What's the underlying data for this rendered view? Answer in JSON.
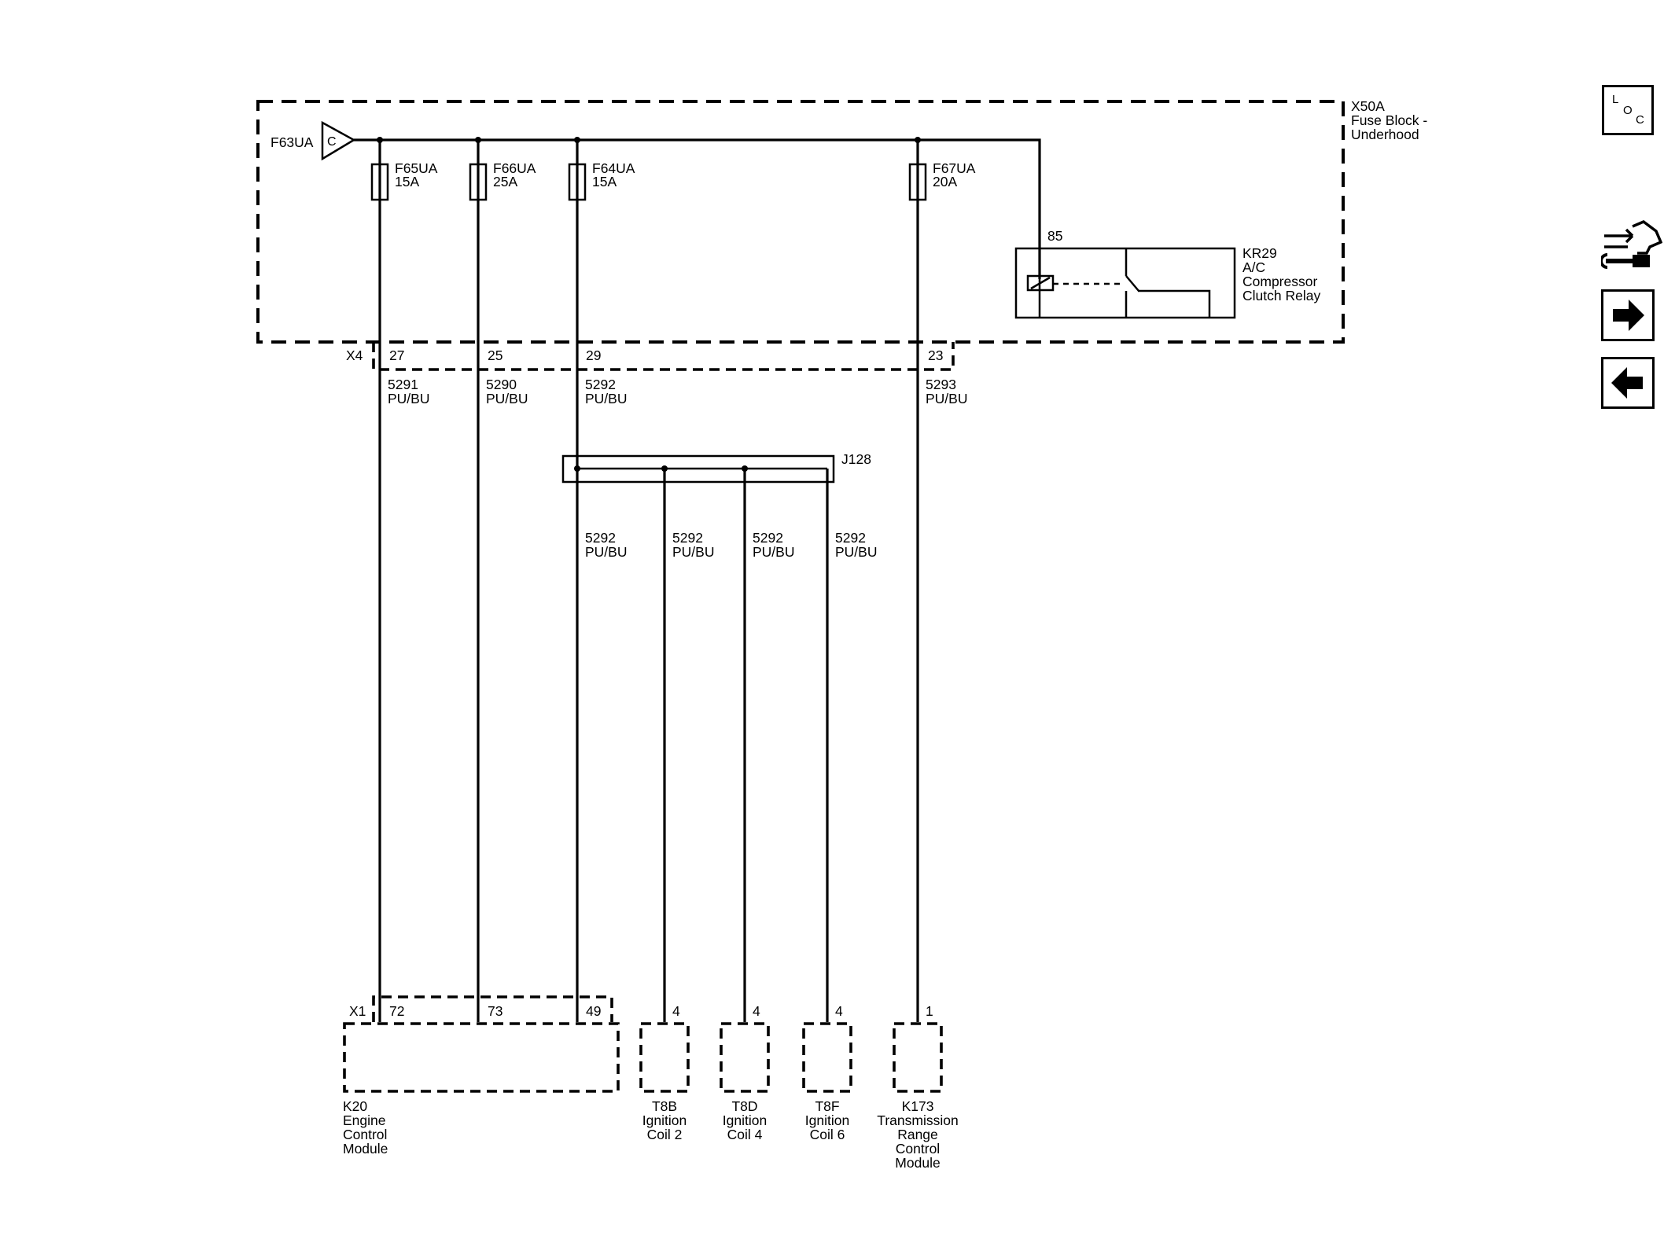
{
  "fuse_block": {
    "id": "X50A",
    "name_line1": "Fuse Block -",
    "name_line2": "Underhood",
    "connector": "X4"
  },
  "feed": {
    "id": "F63UA",
    "connector_letter": "C"
  },
  "fuses": [
    {
      "id": "F65UA",
      "rating": "15A",
      "pin": "27",
      "circuit": "5291",
      "color": "PU/BU"
    },
    {
      "id": "F66UA",
      "rating": "25A",
      "pin": "25",
      "circuit": "5290",
      "color": "PU/BU"
    },
    {
      "id": "F64UA",
      "rating": "15A",
      "pin": "29",
      "circuit": "5292",
      "color": "PU/BU"
    },
    {
      "id": "F67UA",
      "rating": "20A",
      "pin": "23",
      "circuit": "5293",
      "color": "PU/BU"
    }
  ],
  "relay": {
    "pin": "85",
    "id": "KR29",
    "name_line1": "A/C",
    "name_line2": "Compressor",
    "name_line3": "Clutch Relay"
  },
  "splice": {
    "id": "J128",
    "branches": [
      {
        "circuit": "5292",
        "color": "PU/BU"
      },
      {
        "circuit": "5292",
        "color": "PU/BU"
      },
      {
        "circuit": "5292",
        "color": "PU/BU"
      },
      {
        "circuit": "5292",
        "color": "PU/BU"
      }
    ]
  },
  "ecm": {
    "connector": "X1",
    "pins": [
      "72",
      "73",
      "49"
    ],
    "id": "K20",
    "line1": "Engine",
    "line2": "Control",
    "line3": "Module"
  },
  "coils": [
    {
      "pin": "4",
      "id": "T8B",
      "line1": "Ignition",
      "line2": "Coil 2"
    },
    {
      "pin": "4",
      "id": "T8D",
      "line1": "Ignition",
      "line2": "Coil 4"
    },
    {
      "pin": "4",
      "id": "T8F",
      "line1": "Ignition",
      "line2": "Coil 6"
    }
  ],
  "tcm": {
    "pin": "1",
    "id": "K173",
    "line1": "Transmission",
    "line2": "Range",
    "line3": "Control",
    "line4": "Module"
  },
  "nav": {
    "loc_letters": [
      "L",
      "O",
      "C"
    ]
  }
}
